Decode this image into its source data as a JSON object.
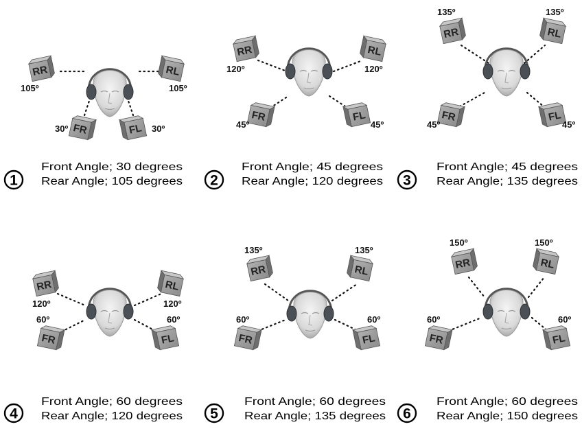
{
  "degree_symbol": "º",
  "speaker_labels": {
    "RR": "RR",
    "RL": "RL",
    "FR": "FR",
    "FL": "FL"
  },
  "layouts": [
    {
      "number": "1",
      "front_caption": "Front Angle; 30 degrees",
      "rear_caption": "Rear Angle; 105 degrees",
      "front_angle_label": "30º",
      "rear_angle_label": "105º"
    },
    {
      "number": "2",
      "front_caption": "Front Angle; 45 degrees",
      "rear_caption": "Rear Angle; 120 degrees",
      "front_angle_label": "45º",
      "rear_angle_label": "120º"
    },
    {
      "number": "3",
      "front_caption": "Front Angle; 45 degrees",
      "rear_caption": "Rear Angle; 135 degrees",
      "front_angle_label": "45º",
      "rear_angle_label": "135º"
    },
    {
      "number": "4",
      "front_caption": "Front Angle; 60 degrees",
      "rear_caption": "Rear Angle; 120 degrees",
      "front_angle_label": "60º",
      "rear_angle_label": "120º"
    },
    {
      "number": "5",
      "front_caption": "Front Angle; 60 degrees",
      "rear_caption": "Rear Angle; 135 degrees",
      "front_angle_label": "60º",
      "rear_angle_label": "135º"
    },
    {
      "number": "6",
      "front_caption": "Front Angle; 60 degrees",
      "rear_caption": "Rear Angle; 150 degrees",
      "front_angle_label": "60º",
      "rear_angle_label": "150º"
    }
  ]
}
